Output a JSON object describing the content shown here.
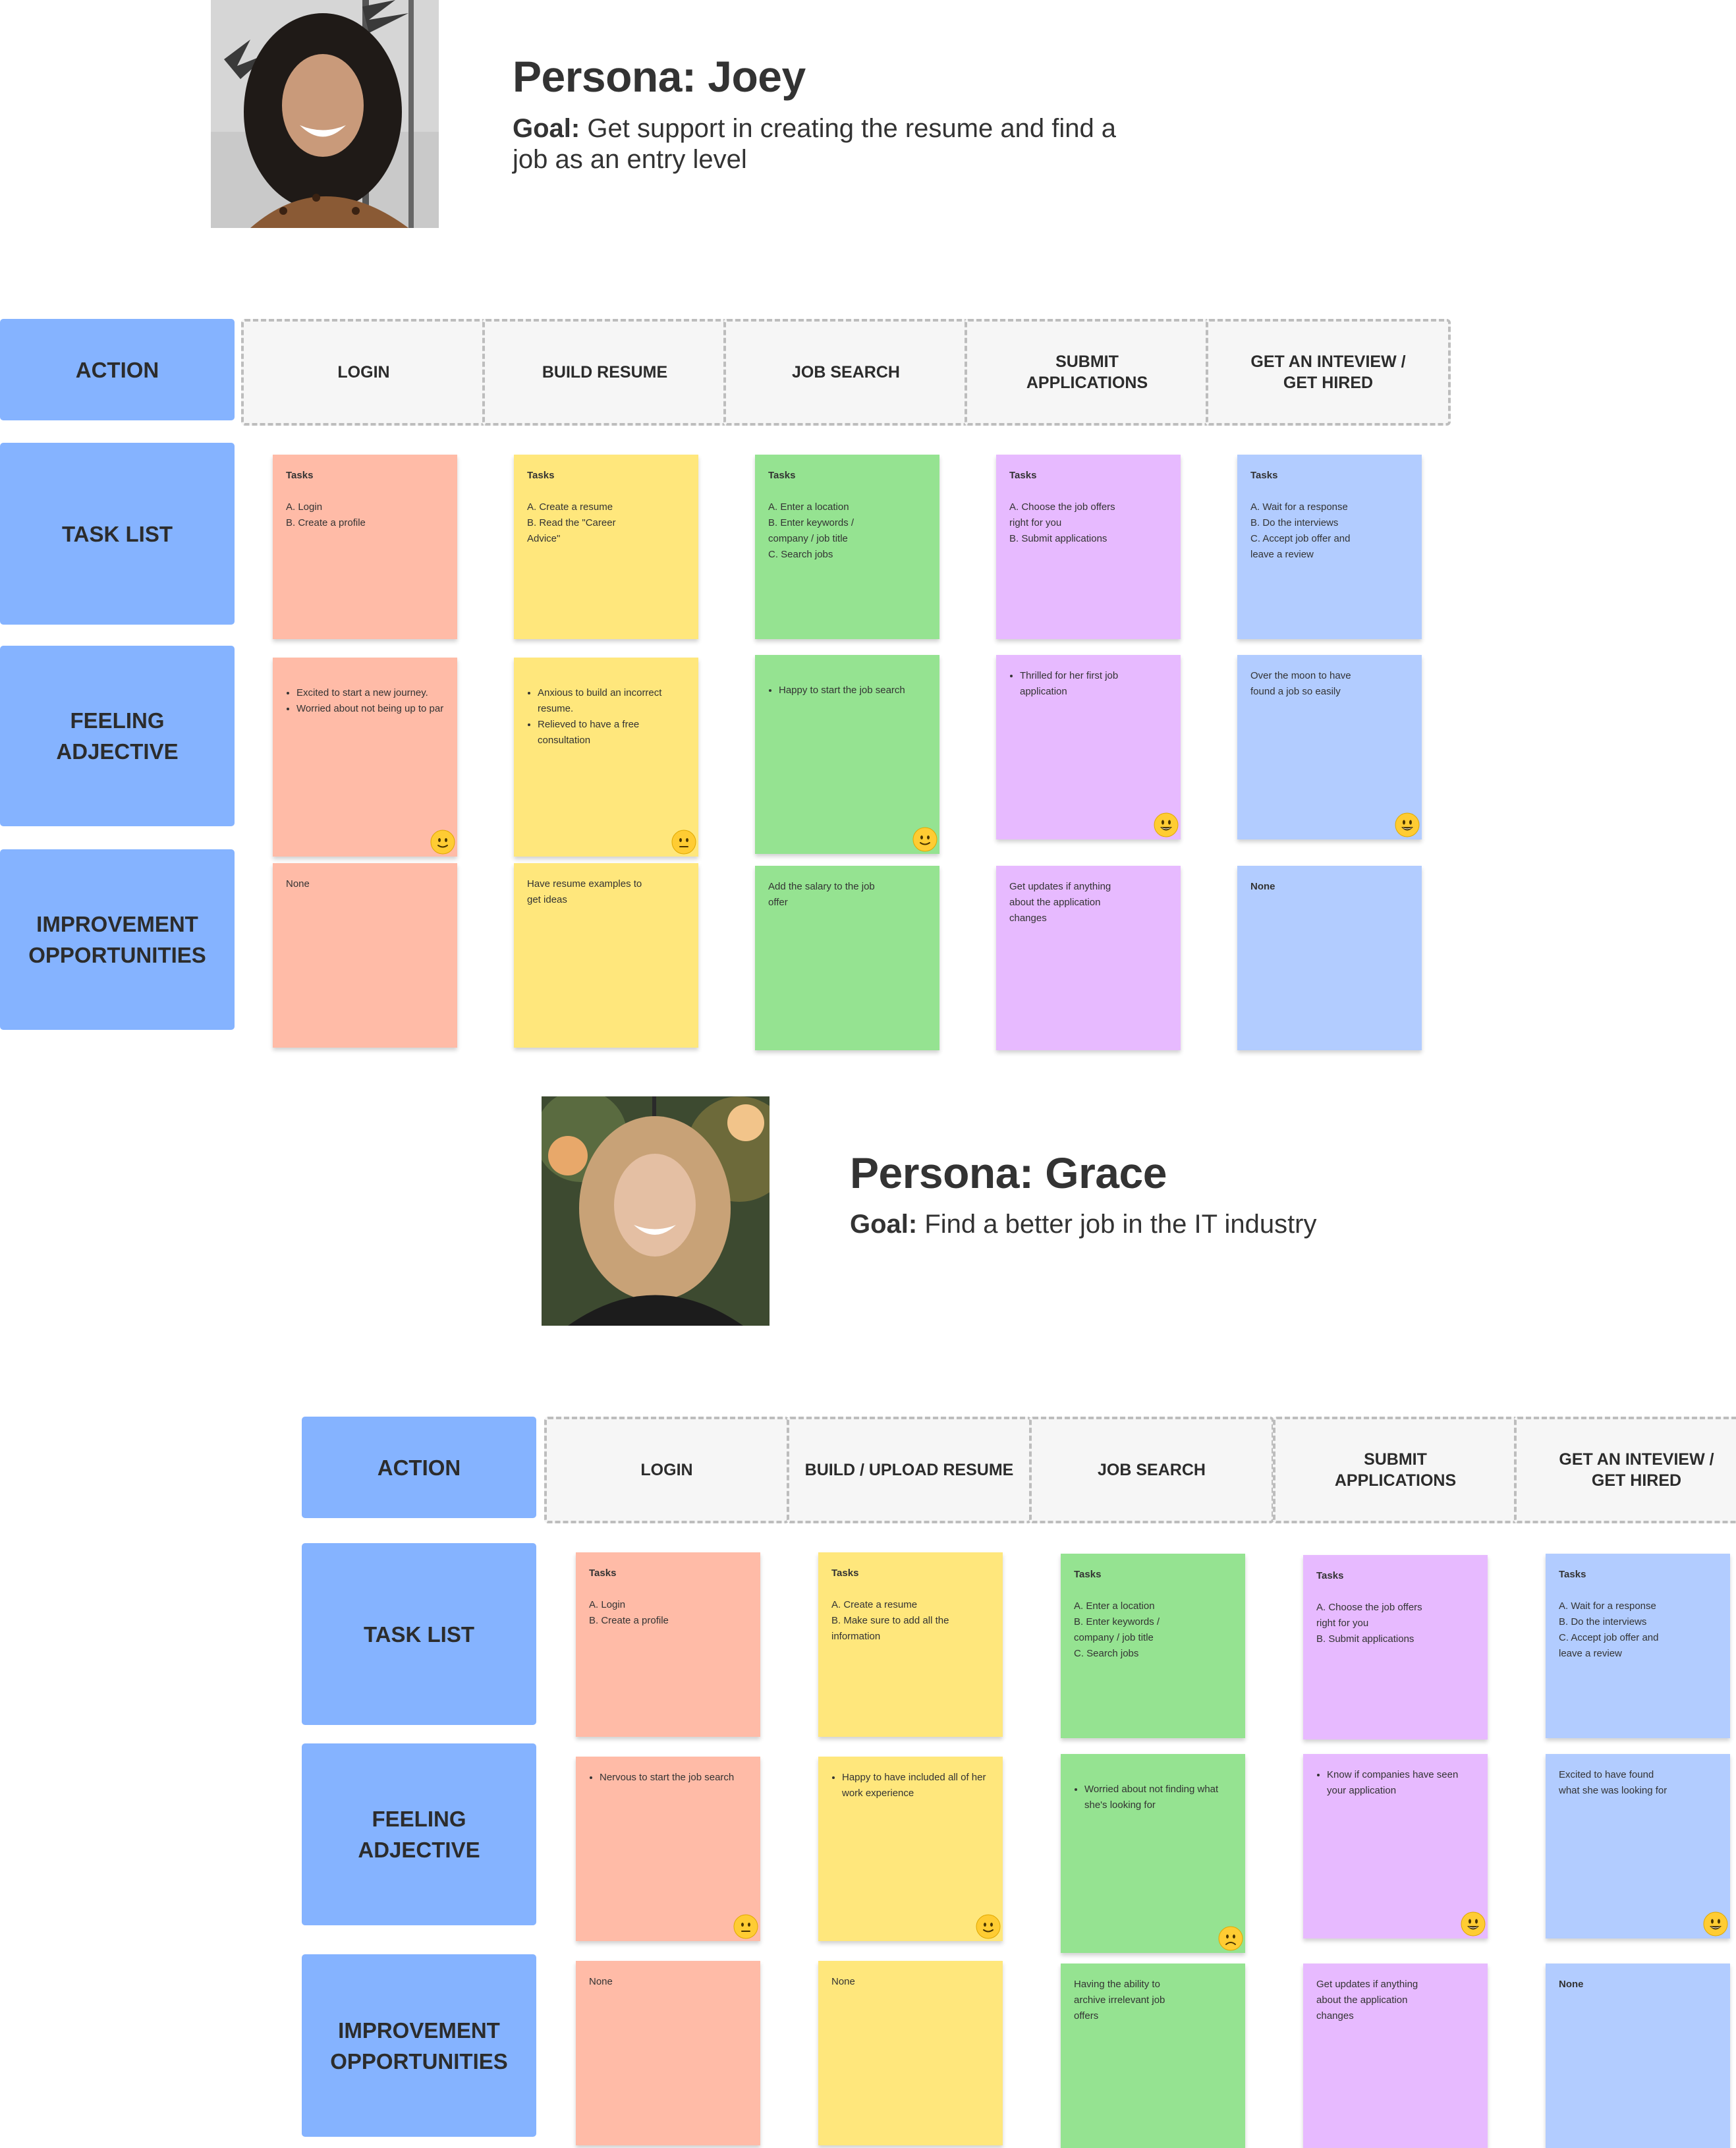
{
  "personas": [
    {
      "title": "Persona: Joey",
      "goal_label": "Goal:",
      "goal_text": "Get support in creating the resume and find a job as an entry level",
      "rows": {
        "action": "ACTION",
        "task_list": "TASK LIST",
        "feeling": "FEELING ADJECTIVE",
        "improvement": "IMPROVEMENT OPPORTUNITIES"
      },
      "steps": [
        "LOGIN",
        "BUILD RESUME",
        "JOB SEARCH",
        "SUBMIT\nAPPLICATIONS",
        "GET AN INTEVIEW /\nGET HIRED"
      ],
      "tasks": [
        {
          "head": "Tasks",
          "lines": "A. Login\nB. Create a profile"
        },
        {
          "head": "Tasks",
          "lines": "A. Create a resume\nB. Read the \"Career\nAdvice\""
        },
        {
          "head": "Tasks",
          "lines": "A. Enter a location\nB. Enter keywords /\ncompany / job title\nC. Search jobs"
        },
        {
          "head": "Tasks",
          "lines": "A. Choose the job offers\nright for you\nB. Submit applications"
        },
        {
          "head": "Tasks",
          "lines": "A. Wait for a response\nB. Do the interviews\nC. Accept job offer and\nleave a review"
        }
      ],
      "feelings": [
        {
          "items": [
            "Excited to start a new journey.",
            "Worried about not being up to par"
          ],
          "emoji": "slight-smile-icon"
        },
        {
          "items": [
            "Anxious to build an incorrect resume.",
            "Relieved to have a free consultation"
          ],
          "emoji": "neutral-face-icon"
        },
        {
          "items": [
            "Happy to start the job search"
          ],
          "emoji": "slight-smile-icon"
        },
        {
          "items": [
            "Thrilled for her first job application"
          ],
          "emoji": "grinning-face-icon"
        },
        {
          "text": "Over the moon to have\nfound a job so easily",
          "emoji": "grinning-face-icon"
        }
      ],
      "improvements": [
        {
          "text": "None",
          "bold": false
        },
        {
          "text": "Have resume examples to\nget ideas",
          "bold": false
        },
        {
          "text": "Add the salary to the job\noffer",
          "bold": false
        },
        {
          "text": "Get updates if anything\nabout the application\nchanges",
          "bold": false
        },
        {
          "text": "None",
          "bold": true
        }
      ]
    },
    {
      "title": "Persona: Grace",
      "goal_label": "Goal:",
      "goal_text": "Find a better job in the IT industry",
      "rows": {
        "action": "ACTION",
        "task_list": "TASK LIST",
        "feeling": "FEELING ADJECTIVE",
        "improvement": "IMPROVEMENT OPPORTUNITIES"
      },
      "steps": [
        "LOGIN",
        "BUILD / UPLOAD RESUME",
        "JOB SEARCH",
        "SUBMIT\nAPPLICATIONS",
        "GET AN INTEVIEW /\nGET HIRED"
      ],
      "tasks": [
        {
          "head": "Tasks",
          "lines": "A. Login\nB. Create a profile"
        },
        {
          "head": "Tasks",
          "lines": "A. Create a resume\nB. Make sure to add all the\ninformation"
        },
        {
          "head": "Tasks",
          "lines": "A. Enter a location\nB. Enter keywords /\ncompany / job title\nC. Search jobs"
        },
        {
          "head": "Tasks",
          "lines": "A. Choose the job offers\nright for you\nB. Submit applications"
        },
        {
          "head": "Tasks",
          "lines": "A. Wait for a response\nB. Do the interviews\nC. Accept job offer and\nleave a review"
        }
      ],
      "feelings": [
        {
          "items": [
            "Nervous to start the job search"
          ],
          "emoji": "neutral-face-icon"
        },
        {
          "items": [
            "Happy to have included all of her work experience"
          ],
          "emoji": "slight-smile-icon"
        },
        {
          "items": [
            "Worried about not finding what she's looking for"
          ],
          "emoji": "frowning-face-icon"
        },
        {
          "items": [
            "Know if companies have seen your application"
          ],
          "emoji": "grinning-face-icon"
        },
        {
          "text": "Excited to have found\nwhat she was looking for",
          "emoji": "grinning-face-icon"
        }
      ],
      "improvements": [
        {
          "text": "None",
          "bold": false
        },
        {
          "text": "None",
          "bold": false
        },
        {
          "text": "Having the ability to\narchive irrelevant job\noffers",
          "bold": false
        },
        {
          "text": "Get updates if anything\nabout the application\nchanges",
          "bold": false
        },
        {
          "text": "None",
          "bold": true
        }
      ]
    }
  ],
  "colors": {
    "row_label": "#85b3ff",
    "notes": [
      "#ffbba7",
      "#ffe77c",
      "#95e391",
      "#e7baff",
      "#b2ccff"
    ]
  }
}
